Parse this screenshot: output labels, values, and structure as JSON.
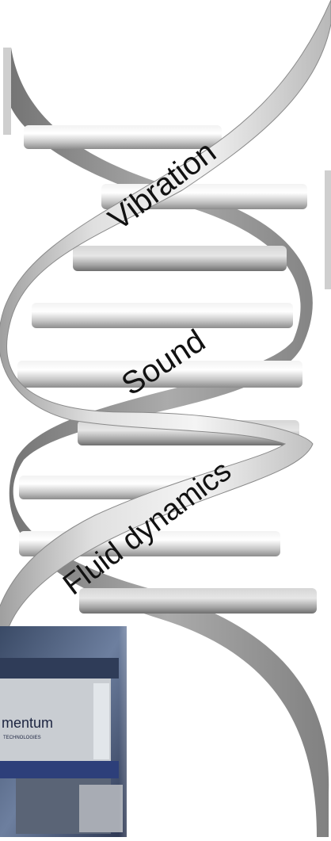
{
  "helix": {
    "labels": [
      {
        "text": "Vibration"
      },
      {
        "text": "Sound"
      },
      {
        "text": "Fluid dynamics"
      }
    ]
  },
  "photo": {
    "brand_text": "mentum",
    "sub_text": "TECHNOLOGIES"
  }
}
